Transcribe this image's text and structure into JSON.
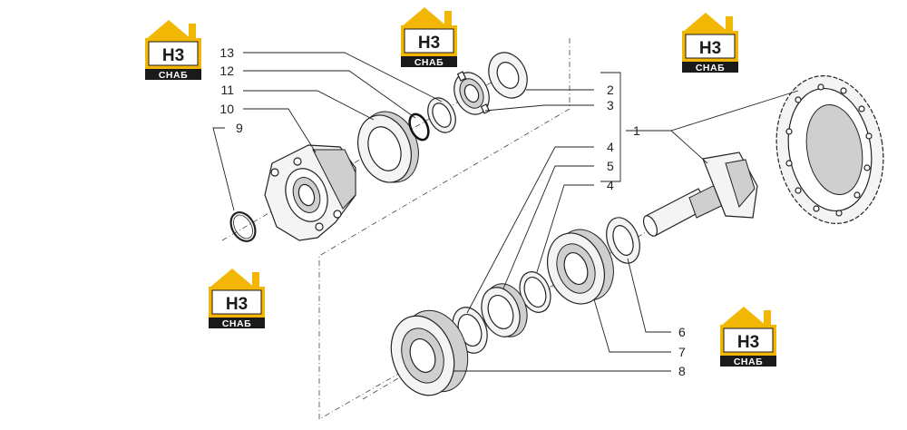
{
  "watermark": {
    "letters": "H3",
    "caption": "СНАБ",
    "colors": {
      "house": "#f2b705",
      "dark": "#1a1a1a",
      "white": "#ffffff"
    }
  },
  "callouts": {
    "13": "13",
    "12": "12",
    "11": "11",
    "10": "10",
    "9": "9",
    "1": "1",
    "2": "2",
    "3": "3",
    "4a": "4",
    "5": "5",
    "4b": "4",
    "6": "6",
    "7": "7",
    "8": "8"
  }
}
